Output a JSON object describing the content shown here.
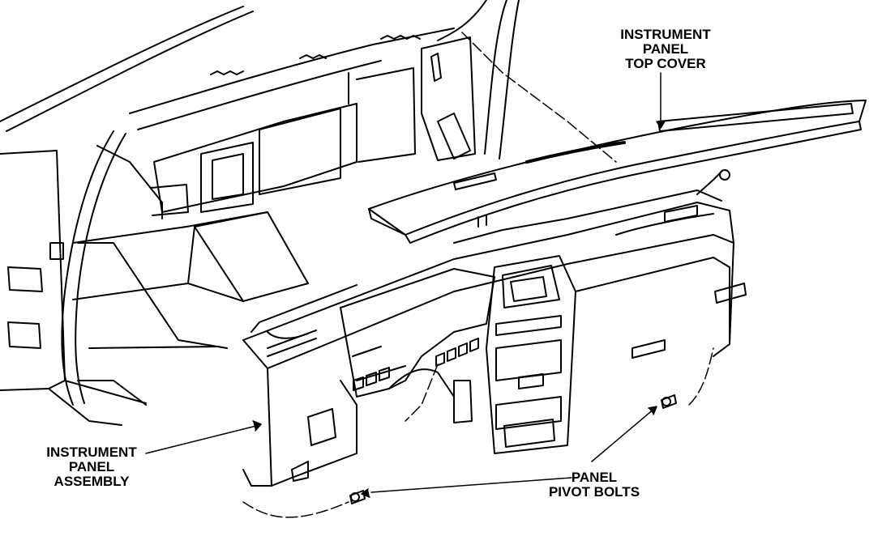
{
  "labels": {
    "top_cover": [
      "INSTRUMENT",
      "PANEL",
      "TOP COVER"
    ],
    "panel_assembly": [
      "INSTRUMENT",
      "PANEL",
      "ASSEMBLY"
    ],
    "pivot_bolts": [
      "PANEL",
      "PIVOT BOLTS"
    ]
  },
  "colors": {
    "ink": "#000000",
    "paper": "#ffffff"
  }
}
